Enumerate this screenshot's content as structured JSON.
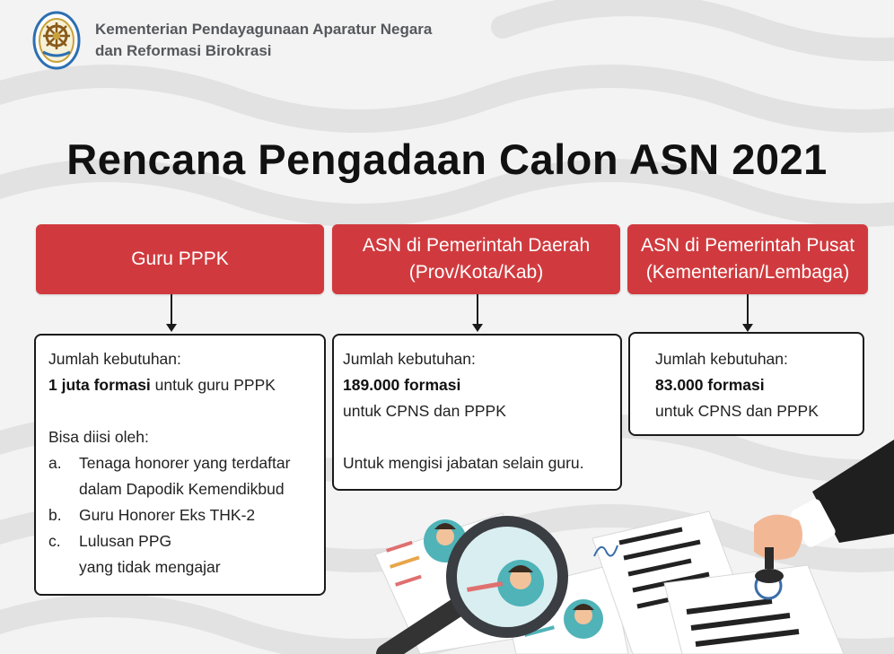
{
  "header": {
    "org_line1": "Kementerian Pendayagunaan Aparatur Negara",
    "org_line2": "dan Reformasi Birokrasi"
  },
  "title": "Rencana Pengadaan Calon ASN 2021",
  "colors": {
    "accent_red": "#d03a3e",
    "text_dark": "#111111",
    "org_gray": "#55585c"
  },
  "columns": [
    {
      "header_lines": [
        "Guru PPPK"
      ],
      "need_label": "Jumlah kebutuhan:",
      "amount_bold": "1 juta formasi",
      "amount_rest": " untuk guru PPPK",
      "fill_label": "Bisa diisi oleh:",
      "list": [
        {
          "marker": "a.",
          "lines": [
            "Tenaga honorer yang terdaftar",
            "dalam Dapodik Kemendikbud"
          ]
        },
        {
          "marker": "b.",
          "lines": [
            "Guru Honorer Eks THK-2"
          ]
        },
        {
          "marker": "c.",
          "lines": [
            "Lulusan PPG",
            "yang tidak mengajar"
          ]
        }
      ]
    },
    {
      "header_lines": [
        "ASN di Pemerintah Daerah",
        "(Prov/Kota/Kab)"
      ],
      "need_label": "Jumlah kebutuhan:",
      "amount_bold": "189.000 formasi",
      "amount_rest": "untuk CPNS dan PPPK",
      "note": "Untuk mengisi jabatan selain guru."
    },
    {
      "header_lines": [
        "ASN di Pemerintah Pusat",
        "(Kementerian/Lembaga)"
      ],
      "need_label": "Jumlah kebutuhan:",
      "amount_bold": "83.000 formasi",
      "amount_rest": "untuk CPNS dan PPPK"
    }
  ],
  "icons": [
    "ministry-logo",
    "magnifier-illustration",
    "documents-illustration",
    "stamp-hand-illustration"
  ]
}
